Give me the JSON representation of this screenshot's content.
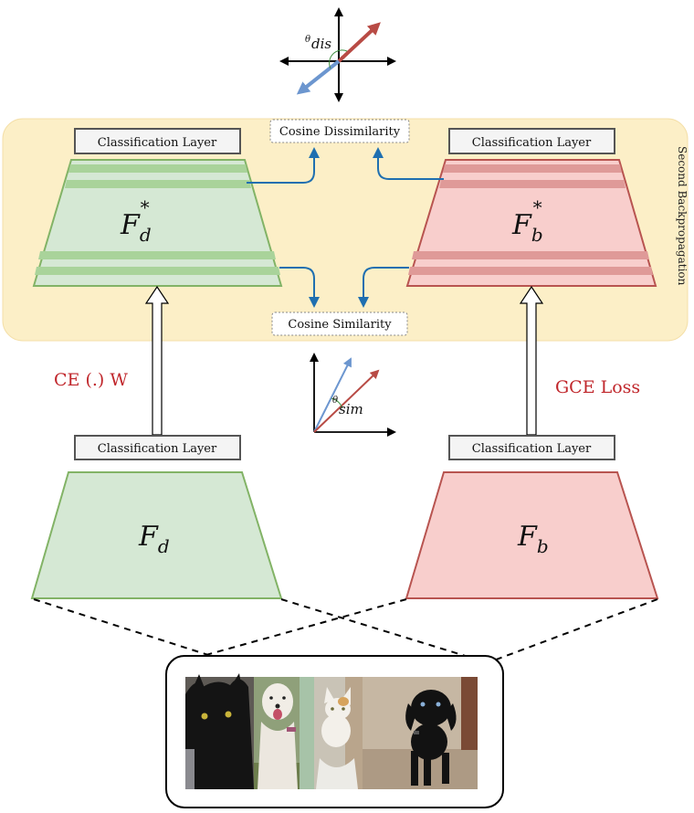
{
  "top_angle": {
    "symbol": "θ",
    "label": "dis"
  },
  "mid_angle": {
    "symbol": "θ",
    "label": "sim"
  },
  "region_label": "Second Backpropagation",
  "cosine_dissimilarity": "Cosine Dissimilarity",
  "cosine_similarity": "Cosine Similarity",
  "debiased_star": {
    "layer": "Classification Layer",
    "main": "F",
    "sub": "d",
    "sup": "*"
  },
  "biased_star": {
    "layer": "Classification Layer",
    "main": "F",
    "sub": "b",
    "sup": "*"
  },
  "debiased": {
    "layer": "Classification Layer",
    "main": "F",
    "sub": "d",
    "loss": "CE (.) W"
  },
  "biased": {
    "layer": "Classification Layer",
    "main": "F",
    "sub": "b",
    "loss": "GCE Loss"
  },
  "colors": {
    "region_fill": "#fcefc7",
    "green_fill": "#d5e8d4",
    "green_stroke": "#82b366",
    "green_band": "#a9d39a",
    "red_fill": "#f8cecc",
    "red_stroke": "#b85450",
    "red_band": "#df9a98",
    "blue_arrow": "#1f6fb0",
    "vector_red": "#b84b45",
    "vector_blue": "#6c96cf"
  },
  "image_panel": {
    "photos": [
      "black-cat-photo",
      "white-dog-photo",
      "white-cat-photo",
      "black-dog-photo"
    ]
  }
}
